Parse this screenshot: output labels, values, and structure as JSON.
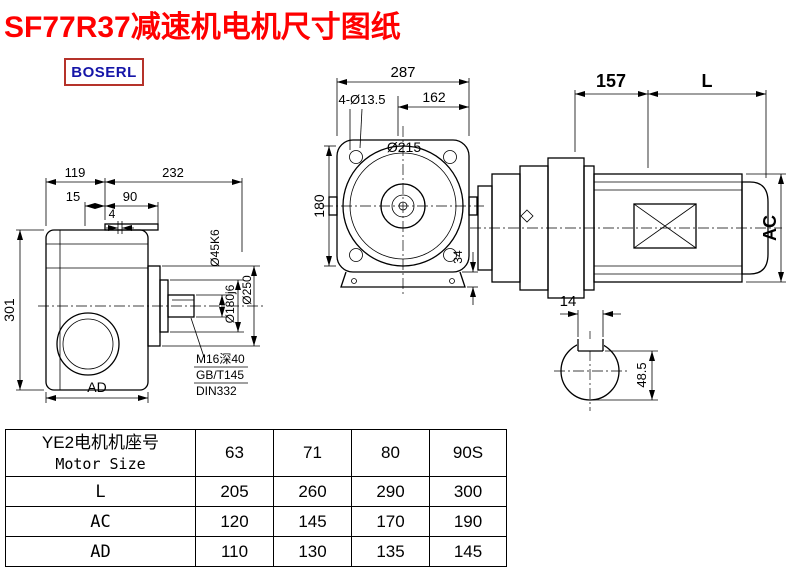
{
  "page": {
    "title": "SF77R37减速机电机尺寸图纸",
    "logo": "BOSERL"
  },
  "front_view": {
    "dim_287": "287",
    "dim_162": "162",
    "dim_holes": "4-Ø13.5",
    "dim_215": "Ø215",
    "dim_180": "180",
    "dim_34": "34"
  },
  "side_view": {
    "dim_157": "157",
    "dim_L": "L",
    "dim_AC": "AC"
  },
  "left_view": {
    "dim_119": "119",
    "dim_232": "232",
    "dim_15": "15",
    "dim_90": "90",
    "dim_4": "4",
    "dim_301": "301",
    "dim_AD": "AD",
    "dim_shaft": "Ø45K6",
    "dim_pilot": "Ø180j6",
    "dim_flange": "Ø250",
    "note_m16": "M16深40",
    "note_gb": "GB/T145",
    "note_din": "DIN332"
  },
  "shaft_section": {
    "dim_14": "14",
    "dim_485": "48.5"
  },
  "table": {
    "header_cn": "YE2电机机座号",
    "header_en": "Motor Size",
    "columns": [
      "63",
      "71",
      "80",
      "90S"
    ],
    "rows": [
      {
        "label": "L",
        "values": [
          "205",
          "260",
          "290",
          "300"
        ]
      },
      {
        "label": "AC",
        "values": [
          "120",
          "145",
          "170",
          "190"
        ]
      },
      {
        "label": "AD",
        "values": [
          "110",
          "130",
          "135",
          "145"
        ]
      }
    ]
  },
  "colors": {
    "title": "#ff0000",
    "logo_text": "#1515a8",
    "logo_border": "#b5322a",
    "line": "#000000"
  }
}
